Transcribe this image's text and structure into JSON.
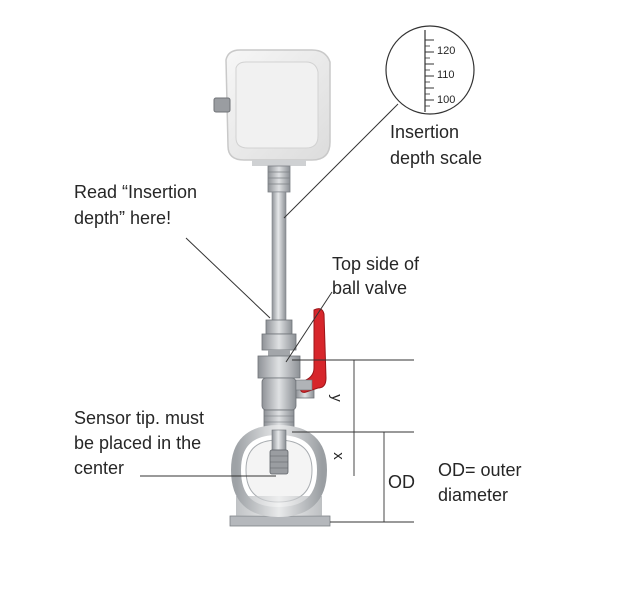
{
  "scale": {
    "ticks": [
      "120",
      "110",
      "100"
    ],
    "caption_line1": "Insertion",
    "caption_line2": "depth scale"
  },
  "callouts": {
    "read_line1": "Read  “Insertion",
    "read_line2": "depth” here!",
    "ball_valve_line1": "Top side of",
    "ball_valve_line2": "ball valve",
    "sensor_line1": "Sensor tip. must",
    "sensor_line2": "be placed in the",
    "sensor_line3": "center"
  },
  "dimensions": {
    "y": "y",
    "x": "x",
    "od": "OD",
    "od_note_line1": "OD= outer",
    "od_note_line2": "diameter"
  },
  "colors": {
    "valve_handle": "#d7262b",
    "steel": "#b9bcc0",
    "housing": "#eeeeee"
  }
}
